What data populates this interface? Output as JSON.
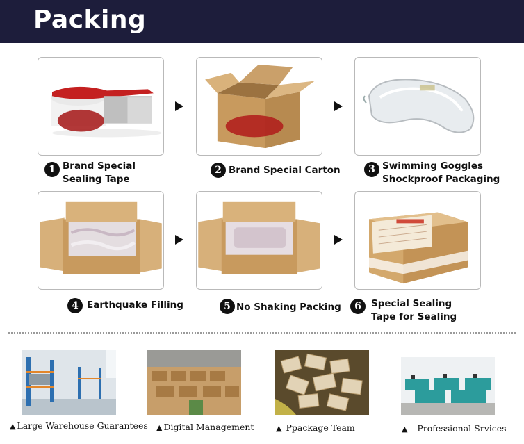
{
  "header": {
    "title": "Packing"
  },
  "steps": [
    {
      "num": "1",
      "label": "Brand Special\nSealing Tape"
    },
    {
      "num": "2",
      "label": "Brand Special Carton"
    },
    {
      "num": "3",
      "label": "Swimming Goggles\nShockproof Packaging"
    },
    {
      "num": "4",
      "label": "Earthquake Filling"
    },
    {
      "num": "5",
      "label": "No Shaking Packing"
    },
    {
      "num": "6",
      "label": "Special Sealing\nTape for Sealing"
    }
  ],
  "arrow_icon": "triangle-right-icon",
  "bottom": [
    {
      "marker": "▲",
      "label": "Large Warehouse Guarantees"
    },
    {
      "marker": "▲",
      "label": "Digital Management"
    },
    {
      "marker": "▲",
      "label": "Ppackage Team"
    },
    {
      "marker": "▲",
      "label": "Professional Srvices"
    }
  ],
  "colors": {
    "header_bg": "#1d1d3b",
    "carton": "#d3a86c",
    "accent_red": "#b01a1a"
  }
}
